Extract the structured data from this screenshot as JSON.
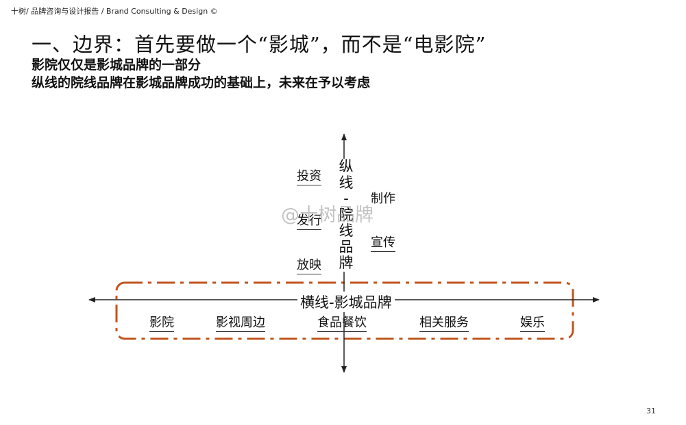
{
  "header": {
    "text": "十树/ 品牌咨询与设计报告 / Brand Consulting & Design  ©"
  },
  "title": "一、边界：首先要做一个“影城”，而不是“电影院”",
  "subtitles": [
    "影院仅仅是影城品牌的一部分",
    "纵线的院线品牌在影城品牌成功的基础上，未来在予以考虑"
  ],
  "diagram": {
    "vertical_axis_label": [
      "纵",
      "线",
      "-",
      "院",
      "线",
      "品",
      "牌"
    ],
    "horizontal_axis_label": "横线-影城品牌",
    "left_vertical_items": [
      "投资",
      "发行",
      "放映"
    ],
    "right_vertical_items": [
      "制作",
      "宣传"
    ],
    "horizontal_items": [
      "影院",
      "影视周边",
      "食品餐饮",
      "相关服务",
      "娱乐"
    ],
    "box_color": "#c0541e",
    "axis_color": "#222222"
  },
  "watermark": "@十树品牌",
  "page_number": "31"
}
